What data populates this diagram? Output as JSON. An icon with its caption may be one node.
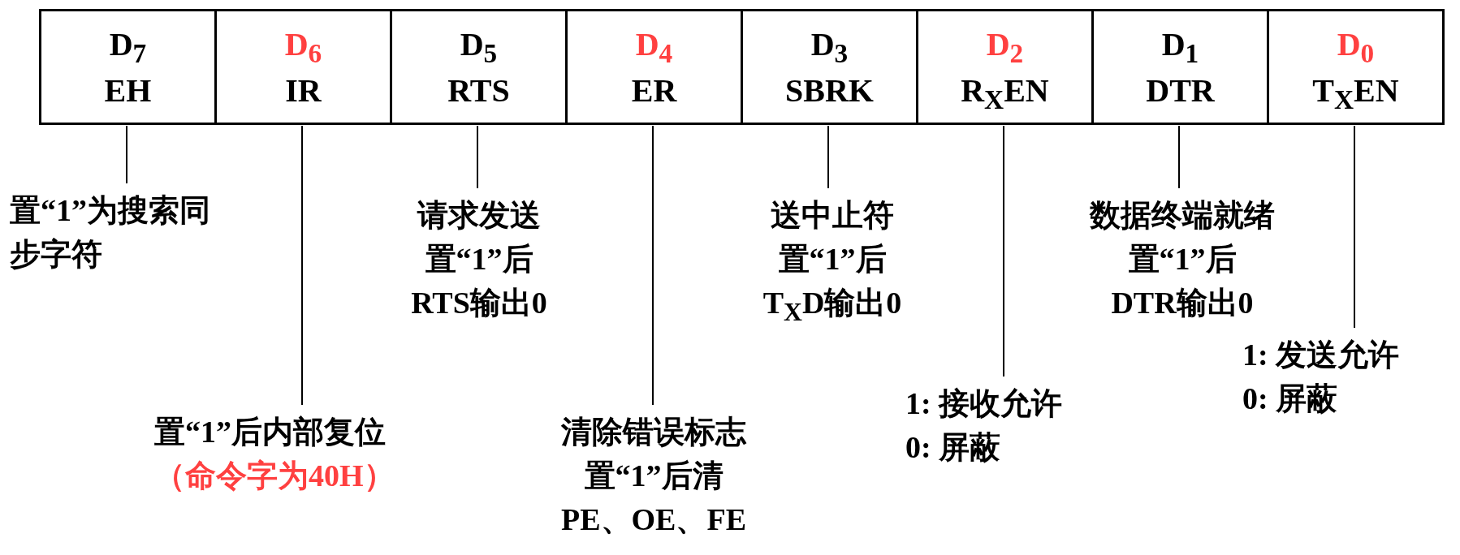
{
  "diagram": {
    "nodes": [
      {
        "text": [
          "D$_{7}$",
          "EH"
        ]
      },
      {
        "text": [
          "D$_{6}$",
          "IR"
        ]
      },
      {
        "text": [
          "D$_{5}$",
          "RTS"
        ]
      },
      {
        "text": [
          "D$_{4}$",
          "ER"
        ]
      },
      {
        "text": [
          "D$_{3}$",
          "SBRK"
        ]
      },
      {
        "text": [
          "D$_{2}$",
          "R$_{X}$EN"
        ]
      },
      {
        "text": [
          "D$_{1}$",
          "DTR"
        ]
      },
      {
        "text": [
          "D$_{0}$",
          "T$_{X}$EN"
        ]
      },
      {
        "text": [
          "置“1”为搜索同步字符"
        ]
      },
      {
        "text": [
          "置“1”后内部复位",
          "（命令字为40H）"
        ]
      },
      {
        "text": [
          "请求发送",
          "置“1”后",
          "RTS输出0"
        ]
      },
      {
        "text": [
          "清除错误标志",
          "置“1”后清",
          "PE、OE、FE"
        ]
      },
      {
        "text": [
          "送中止符",
          "置“1”后",
          "T$_{X}$D输出0"
        ]
      },
      {
        "text": [
          "数据终端就绪",
          "置“1”后",
          "DTR输出0"
        ]
      },
      {
        "text": [
          "1: 接收允许",
          "0: 屏蔽"
        ]
      },
      {
        "text": [
          "1: 发送允许",
          "0: 屏蔽"
        ]
      }
    ],
    "edges": [
      {
        "from": 0,
        "to": 8,
        "arrow": "none"
      },
      {
        "from": 1,
        "to": 9,
        "arrow": "none"
      },
      {
        "from": 2,
        "to": 10,
        "arrow": "none"
      },
      {
        "from": 3,
        "to": 11,
        "arrow": "none"
      },
      {
        "from": 4,
        "to": 12,
        "arrow": "none"
      },
      {
        "from": 5,
        "to": 14,
        "arrow": "none"
      },
      {
        "from": 6,
        "to": 13,
        "arrow": "none"
      },
      {
        "from": 7,
        "to": 15,
        "arrow": "none"
      }
    ]
  }
}
